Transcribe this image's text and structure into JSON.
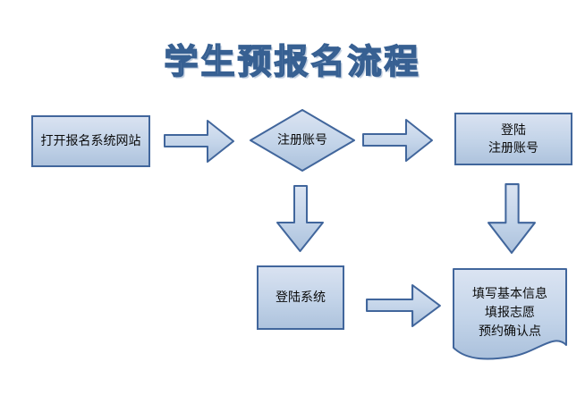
{
  "title": "学生预报名流程",
  "nodes": {
    "open_website": {
      "label": "打开报名系统网站"
    },
    "register_decision": {
      "label": "注册账号"
    },
    "login_registered": {
      "line1": "登陆",
      "line2": "注册账号"
    },
    "login_system": {
      "label": "登陆系统"
    },
    "fill_info": {
      "line1": "填写基本信息",
      "line2": "填报志愿",
      "line3": "预约确认点"
    }
  },
  "colors": {
    "background": "#ffffff",
    "shape_fill_top": "#d9e2f1",
    "shape_fill_bottom": "#aec3dd",
    "shape_border": "#41669c",
    "title_fill": "#b9cde5",
    "title_outline": "#376092",
    "text": "#0a0a0a"
  }
}
